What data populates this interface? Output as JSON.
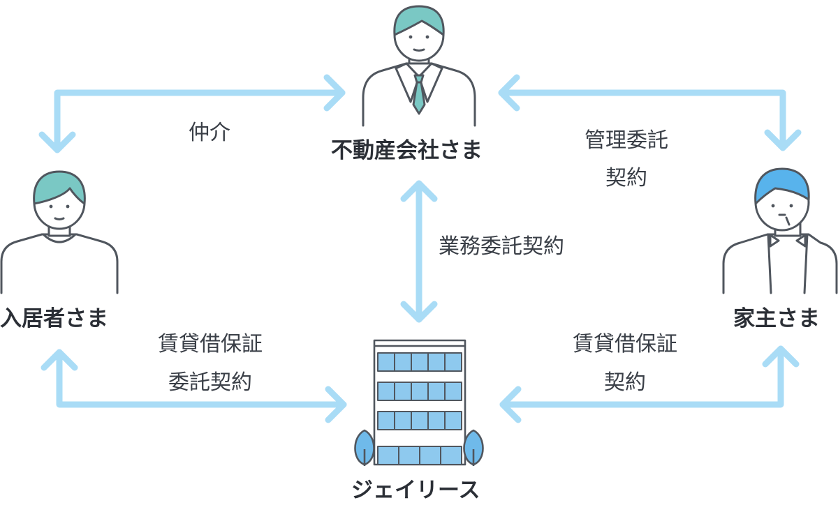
{
  "parties": {
    "agency": "不動産会社さま",
    "tenant": "入居者さま",
    "owner": "家主さま",
    "company": "ジェイリース"
  },
  "relations": {
    "brokerage": [
      "仲介"
    ],
    "management": [
      "管理委託",
      "契約"
    ],
    "business": [
      "業務委託契約"
    ],
    "tenant_guarantee": [
      "賃貸借保証",
      "委託契約"
    ],
    "owner_guarantee": [
      "賃貸借保証",
      "契約"
    ]
  },
  "colors": {
    "arrow": "#a9dcf6",
    "outline": "#50565e",
    "hair_teal": "#7ac8c4",
    "hair_blue": "#58b3ec",
    "window_blue": "#8ec9ee",
    "tree_blue": "#6fbaea"
  },
  "icons": [
    "agent-person-icon",
    "tenant-person-icon",
    "owner-person-icon",
    "office-building-icon"
  ]
}
